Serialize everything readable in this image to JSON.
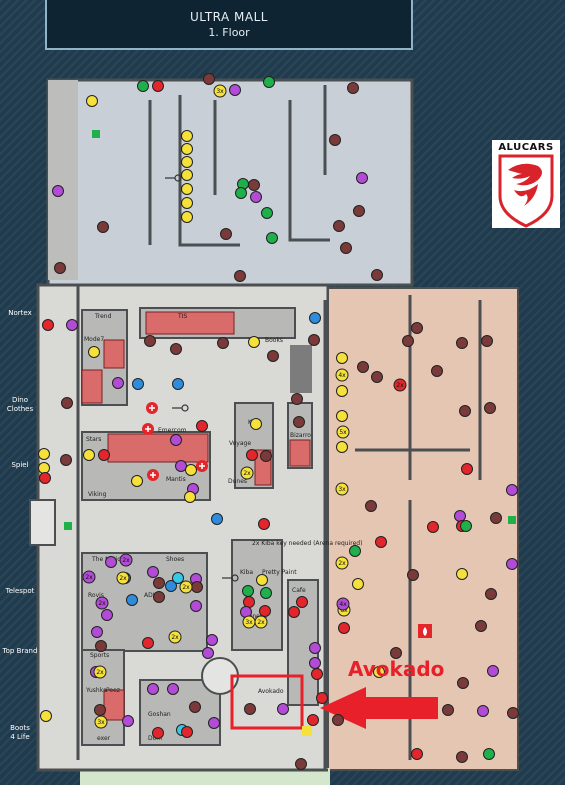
{
  "header": {
    "title": "ULTRA MALL",
    "floor": "1. Floor"
  },
  "logo": {
    "text": "ALUCARS"
  },
  "side_labels": [
    {
      "id": "nortex",
      "text": "Nortex"
    },
    {
      "id": "dino",
      "text": "Dino\nClothes"
    },
    {
      "id": "spiel",
      "text": "Spiel"
    },
    {
      "id": "telespot",
      "text": "Telespot"
    },
    {
      "id": "topbrand",
      "text": "Top Brand"
    },
    {
      "id": "boots",
      "text": "Boots\n4 Life"
    }
  ],
  "shops": {
    "trend": "Trend",
    "tis": "TIS",
    "mode7": "Mode7",
    "books": "Books",
    "emercom": "Emercom",
    "ktm": "KTM",
    "voyage": "Voyage",
    "bizarro": "Bizarro",
    "stars": "Stars",
    "mantis": "Mantis",
    "viking": "Viking",
    "dunes": "Dunes",
    "the_nations": "The Nations",
    "shoes": "Shoes",
    "rovis": "Rovis",
    "adik": "ADIK",
    "sports": "Sports",
    "yushka": "Yushka",
    "peez": "Peez",
    "exer": "exer",
    "dom": "Dom",
    "goshan": "Goshan",
    "kiba": "Kiba",
    "generic": "Generic",
    "cafe": "Cafe",
    "avokado": "Avokado",
    "pretty": "Pretty\nPaint"
  },
  "annotation": {
    "kiba_key": "2x Kiba key\nneeded\n(Arena required)"
  },
  "badges": [
    "3x",
    "4x",
    "5x",
    "3x",
    "2x",
    "2x",
    "2x",
    "2x",
    "2x",
    "3x",
    "3x",
    "2x",
    "2x",
    "8x",
    "4x",
    "2x",
    "2x",
    "2x",
    "2x"
  ],
  "callout": {
    "label": "Avokado"
  },
  "colors": {
    "background": "#1f3b4d",
    "floor": "#d9d9d6",
    "zone_blue": "#c9cfd6",
    "zone_peach": "#e5c6b3",
    "zone_green": "#d4e6cc",
    "wall": "#4b4f52",
    "fixture": "#7c7c7c",
    "marker_yellow": "#f5e13a",
    "marker_red": "#e3262b",
    "marker_purple": "#b24bd6",
    "marker_brown": "#7a3a3a",
    "marker_blue": "#2f8cdc",
    "marker_green": "#1fb04b",
    "marker_cyan": "#36c8e6",
    "highlight": "#e8202a"
  },
  "icons": {
    "loot_marker": "circle-marker",
    "door": "door-icon",
    "key": "key-icon",
    "extract": "extract-icon",
    "medical": "medical-cross-icon",
    "fire": "fire-icon",
    "locked": "locked-door-icon"
  }
}
